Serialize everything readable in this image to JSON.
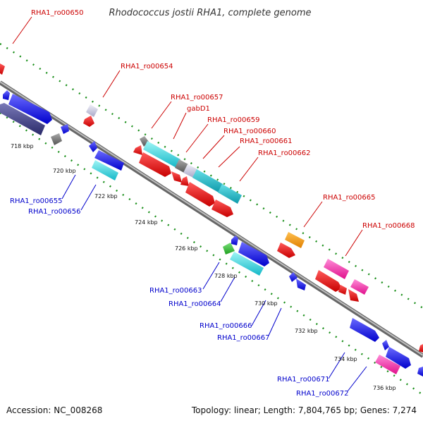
{
  "title": "Rhodococcus jostii RHA1, complete genome",
  "footer": {
    "accession": "Accession: NC_008268",
    "summary": "Topology: linear; Length: 7,804,765 bp; Genes: 7,274"
  },
  "ticks": [
    "718 kbp",
    "720 kbp",
    "722 kbp",
    "724 kbp",
    "726 kbp",
    "728 kbp",
    "730 kbp",
    "732 kbp",
    "734 kbp",
    "736 kbp"
  ],
  "labels_top": [
    "RHA1_ro00650",
    "RHA1_ro00654",
    "RHA1_ro00657",
    "gabD1",
    "RHA1_ro00659",
    "RHA1_ro00660",
    "RHA1_ro00661",
    "RHA1_ro00662",
    "RHA1_ro00665",
    "RHA1_ro00668"
  ],
  "labels_bottom": [
    "RHA1_ro00655",
    "RHA1_ro00656",
    "RHA1_ro00663",
    "RHA1_ro00664",
    "RHA1_ro00666",
    "RHA1_ro00667",
    "RHA1_ro00671",
    "RHA1_ro00672"
  ],
  "colors": {
    "backbone": "#888888",
    "top_label": "#cc0000",
    "bottom_label": "#0000cc",
    "dots": "#1a8f1a"
  }
}
